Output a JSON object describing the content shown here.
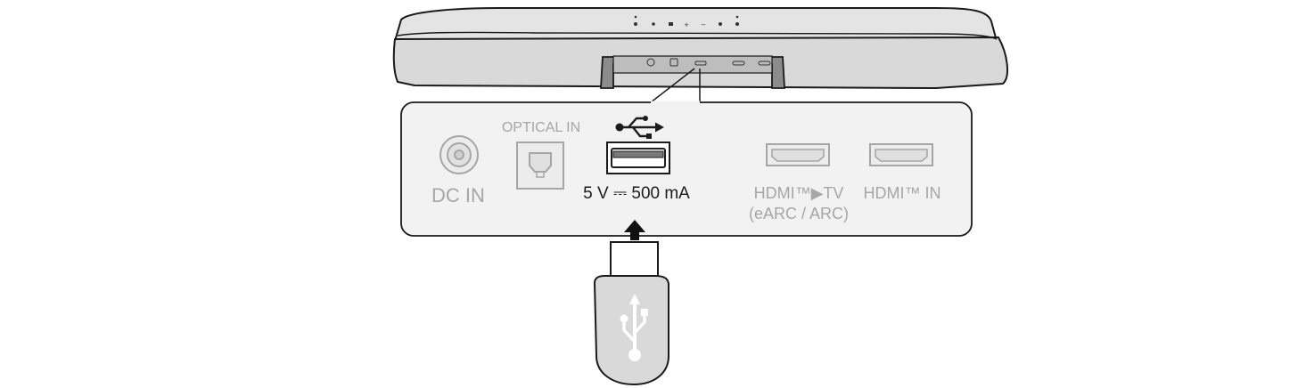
{
  "panel": {
    "dc_in_label": "DC IN",
    "optical_in_label": "OPTICAL IN",
    "usb_rating_label": "5 V ⎓ 500 mA",
    "hdmi_tv_label_line1": "HDMI™▶TV",
    "hdmi_tv_label_line2": "(eARC / ARC)",
    "hdmi_in_label": "HDMI™ IN"
  },
  "icons": {
    "usb_symbol": "usb-icon",
    "insert_direction": "up-arrow-icon",
    "usb_drive": "usb-flash-drive-icon"
  },
  "colors": {
    "highlight_port": "#1c1c1c",
    "inactive_port": "#a6a6a6",
    "panel_background": "#f2f2f2",
    "soundbar_body": "#d9d9d9"
  }
}
